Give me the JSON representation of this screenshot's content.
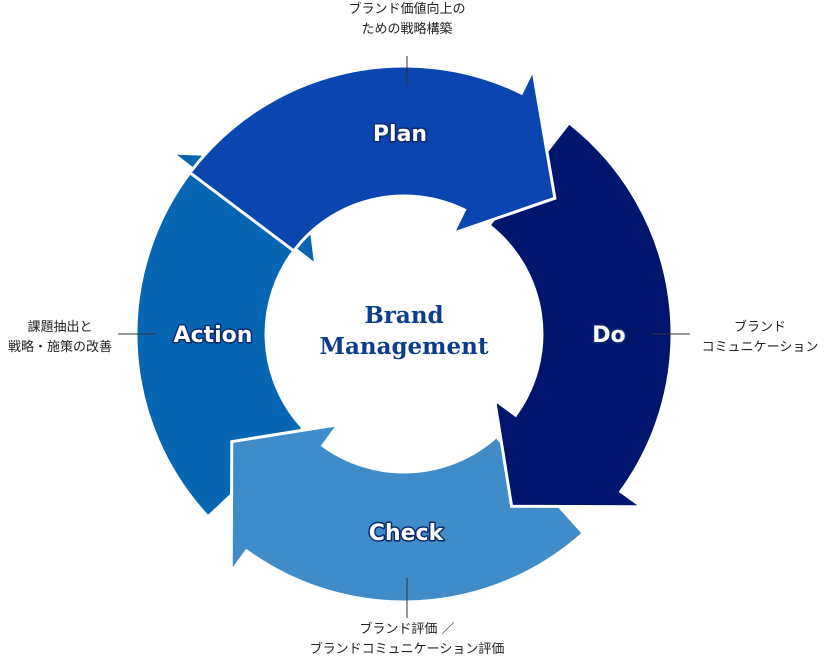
{
  "center": {
    "line1": "Brand",
    "line2": "Management"
  },
  "phases": {
    "plan": "Plan",
    "do": "Do",
    "check": "Check",
    "action": "Action"
  },
  "notes": {
    "plan": [
      "ブランド価値向上の",
      "ための戦略構築"
    ],
    "do": [
      "ブランド",
      "コミュニケーション"
    ],
    "check": [
      "ブランド評価 ／",
      "ブランドコミュニケーション評価"
    ],
    "action": [
      "課題抽出と",
      "戦略・施策の改善"
    ]
  },
  "colors": {
    "plan": "#0a45b0",
    "do": "#00156e",
    "check": "#3f8cc8",
    "action": "#0766b4",
    "center_text": "#0b3d8c"
  }
}
